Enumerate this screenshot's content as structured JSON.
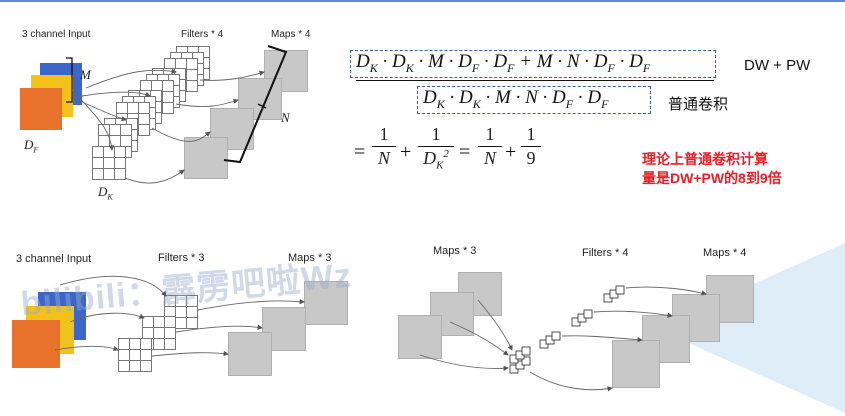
{
  "top_diagram": {
    "input_label": "3 channel Input",
    "filters_label": "Filters * 4",
    "maps_label": "Maps * 4",
    "symbol_M": "M",
    "symbol_N": "N",
    "symbol_DF": "D",
    "symbol_DF_sub": "F",
    "symbol_DK": "D",
    "symbol_DK_sub": "K"
  },
  "formula": {
    "dw_pw_label": "DW + PW",
    "standard_conv_label": "普通卷积",
    "note_line1": "理论上普通卷积计算",
    "note_line2": "量是DW+PW的8到9倍",
    "ratio_num1": "1",
    "ratio_den1": "N",
    "ratio_num2": "1",
    "ratio_num3": "1",
    "ratio_den3": "N",
    "ratio_num4": "1",
    "ratio_den4": "9"
  },
  "bottom_left": {
    "input_label": "3 channel Input",
    "filters_label": "Filters * 3",
    "maps_label": "Maps * 3"
  },
  "bottom_right": {
    "maps_in_label": "Maps * 3",
    "filters_label": "Filters * 4",
    "maps_out_label": "Maps * 4"
  },
  "watermark": "bilibili：霹雳吧啦Wz",
  "colors": {
    "orange": "#e8712c",
    "yellow": "#f3c21a",
    "blue": "#3d66c9",
    "gray": "#c8c8c8",
    "red": "#e4202a",
    "dash": "#3a5f96"
  }
}
